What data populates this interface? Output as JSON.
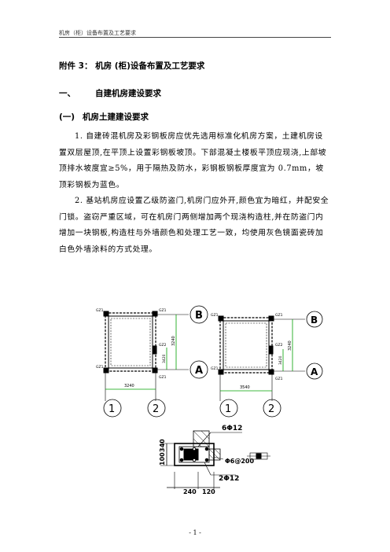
{
  "header": {
    "text": "机房（柜）设备布置及工艺要求"
  },
  "appendix_title": "附件 3：  机房 (柜)设备布置及工艺要求",
  "section": {
    "num": "一、",
    "title": "自建机房建设要求"
  },
  "subsection": {
    "num": "(一)",
    "title": "机房土建建设要求"
  },
  "paragraphs": [
    "1. 自建砖混机房及彩钢板房应优先选用标准化机房方案，土建机房设置双层屋顶,在平顶上设置彩钢板坡顶。下部混凝土楼板平顶应现浇,上部坡顶排水坡度宜≥5%，用于隔热及防水，彩钢板钢板厚度宜为 0.7mm，坡顶彩钢板为蓝色。",
    "2. 基站机房应设置乙级防盗门,机房门应外开,颜色宜为暗红，并配安全门锁。盗窃严重区域，可在机房门两侧增加两个现浇构造柱,并在防盗门内增加一块钢板,构造柱与外墙颜色和处理工艺一致，均使用灰色镜面瓷砖加白色外墙涂料的方式处理。"
  ],
  "plan_left": {
    "gz_labels": [
      "GZ1",
      "GZ1",
      "GZ2",
      "GZ1",
      "GZ1"
    ],
    "dims": [
      "3240",
      "3240",
      "3420"
    ],
    "axes": [
      "B",
      "A",
      "1",
      "2"
    ]
  },
  "plan_right": {
    "gz_labels": [
      "GZ1",
      "GZ1",
      "GZ2",
      "GZ1",
      "GZ1"
    ],
    "dims": [
      "3540",
      "3240",
      "3420"
    ],
    "axes": [
      "B",
      "A",
      "1",
      "2"
    ]
  },
  "detail": {
    "rebar_top": "6Φ12",
    "stirrup": "Φ6@200",
    "rebar_bottom": "2Φ12",
    "dim_width_1": "240",
    "dim_width_2": "120",
    "dim_height_1": "100",
    "dim_height_2": "340"
  },
  "page_number": "- 1 -"
}
